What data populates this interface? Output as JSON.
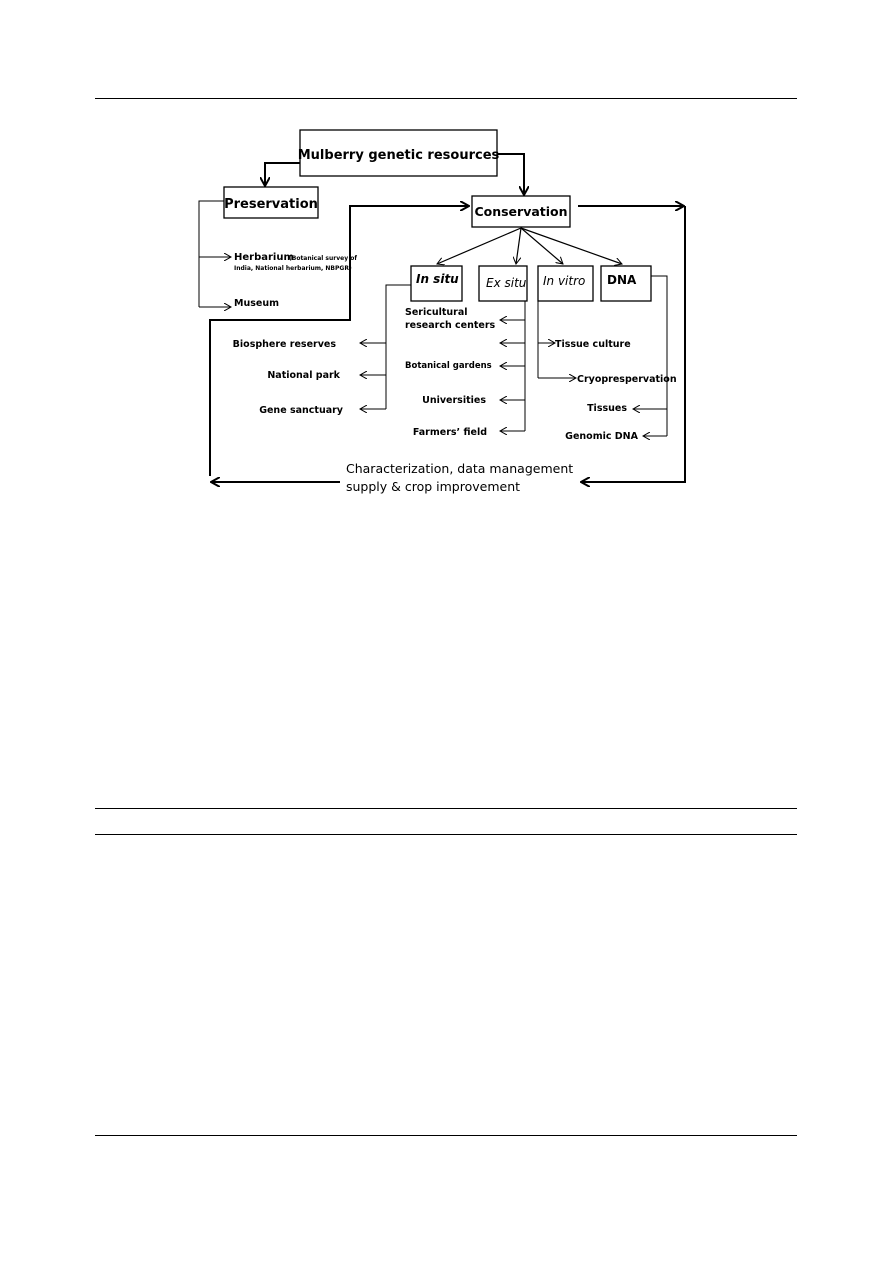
{
  "diagram": {
    "root": "Mulberry genetic resources",
    "preservation": {
      "label": "Preservation",
      "herbarium": "Herbarium",
      "herbarium_note_1": "(Botanical survey of",
      "herbarium_note_2": "India, National herbarium, NBPGR)",
      "museum": "Museum"
    },
    "conservation": {
      "label": "Conservation",
      "in_situ": {
        "label": "In situ",
        "items": [
          "Biosphere reserves",
          "National park",
          "Gene sanctuary"
        ]
      },
      "ex_situ": {
        "label": "Ex situ",
        "item_1_line_1": "Sericultural",
        "item_1_line_2": "research centers",
        "items": [
          "Botanical gardens",
          "Universities",
          "Farmers’ field"
        ]
      },
      "in_vitro": {
        "label": "In vitro",
        "items": [
          "Tissue culture",
          "Cryoprespervation"
        ]
      },
      "dna": {
        "label": "DNA",
        "items": [
          "Tissues",
          "Genomic DNA"
        ]
      }
    },
    "outcome_line_1": "Characterization, data management",
    "outcome_line_2": "supply & crop improvement"
  }
}
